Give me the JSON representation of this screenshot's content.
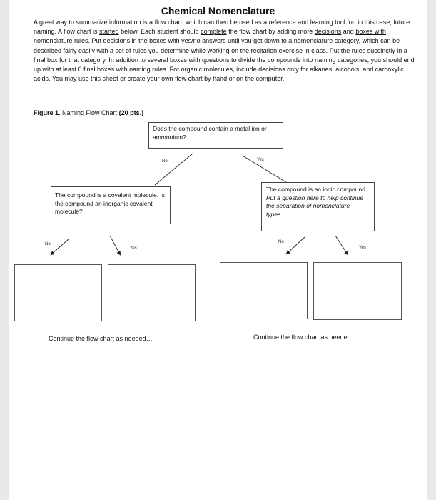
{
  "document": {
    "title": "Chemical Nomenclature",
    "intro": [
      {
        "t": "A great way to summarize information is a flow chart, which can then be used as a reference and learning tool for, in this case, future naming.  A flow chart is "
      },
      {
        "t": "started",
        "u": true
      },
      {
        "t": " below.  Each student should "
      },
      {
        "t": "complete",
        "u": true
      },
      {
        "t": " the flow chart by adding more "
      },
      {
        "t": "decisions",
        "u": true
      },
      {
        "t": " and "
      },
      {
        "t": "boxes with nomenclature rules",
        "u": true
      },
      {
        "t": ".  Put decisions in the boxes with yes/no answers until you get down to a nomenclature category, which can be described fairly easily with a set of rules you determine while working on the recitation exercise in class.  Put the rules succinctly in a final box for that category.  In addition to several boxes with questions to divide the compounds into naming categories, you should end up with at least 6 final boxes with naming rules.  For organic molecules, include decisions only for alkanes, alcohols, and carboxylic acids.  You may use this sheet or create your own flow chart by hand or on the computer."
      }
    ],
    "figure_label": "Figure 1.",
    "figure_caption": "Naming Flow Chart",
    "figure_points": "(20 pts.)"
  },
  "flowchart": {
    "top_question": "Does the compound contain a metal ion or ammonium?",
    "top_no": "No",
    "top_yes": "Yes",
    "left_box": "The compound is a covalent molecule.  Is the compound an inorganic covalent molecule?",
    "right_box": "The compound is an ionic compound. Put a question here to help continue the separation of nomenclature types…",
    "left_no": "No",
    "left_yes": "Yes",
    "right_no": "No",
    "right_yes": "Yes",
    "continue_left": "Continue the flow chart as needed…",
    "continue_right": "Continue the flow chart as needed…"
  }
}
